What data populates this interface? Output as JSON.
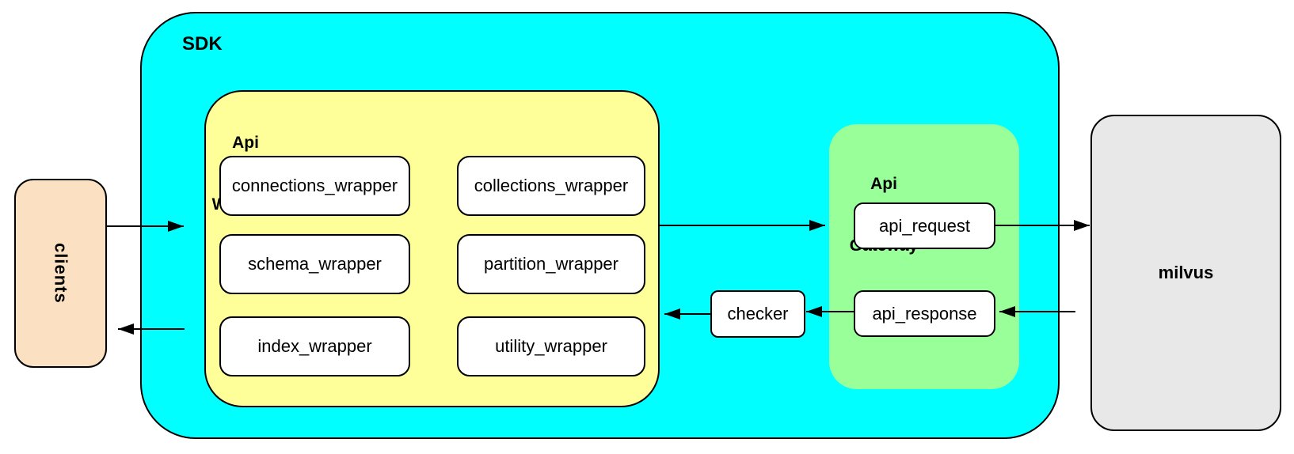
{
  "colors": {
    "sdk_fill": "#00FFFF",
    "api_wrapper_fill": "#FFFF99",
    "api_gateway_fill": "#99FF99",
    "clients_fill": "#FBE0C2",
    "milvus_fill": "#E8E8E8",
    "leaf_node_fill": "#FFFFFF",
    "border": "#000000"
  },
  "nodes": {
    "clients": {
      "label": "clients"
    },
    "sdk": {
      "label": "SDK"
    },
    "api_wrapper": {
      "label": [
        "Api",
        "Wrapper"
      ],
      "children": [
        {
          "label": "connections_wrapper"
        },
        {
          "label": "collections_wrapper"
        },
        {
          "label": "schema_wrapper"
        },
        {
          "label": "partition_wrapper"
        },
        {
          "label": "index_wrapper"
        },
        {
          "label": "utility_wrapper"
        }
      ]
    },
    "checker": {
      "label": "checker"
    },
    "api_gateway": {
      "label": [
        "Api",
        "Gateway"
      ],
      "children": [
        {
          "label": "api_request"
        },
        {
          "label": "api_response"
        }
      ]
    },
    "milvus": {
      "label": "milvus"
    }
  }
}
